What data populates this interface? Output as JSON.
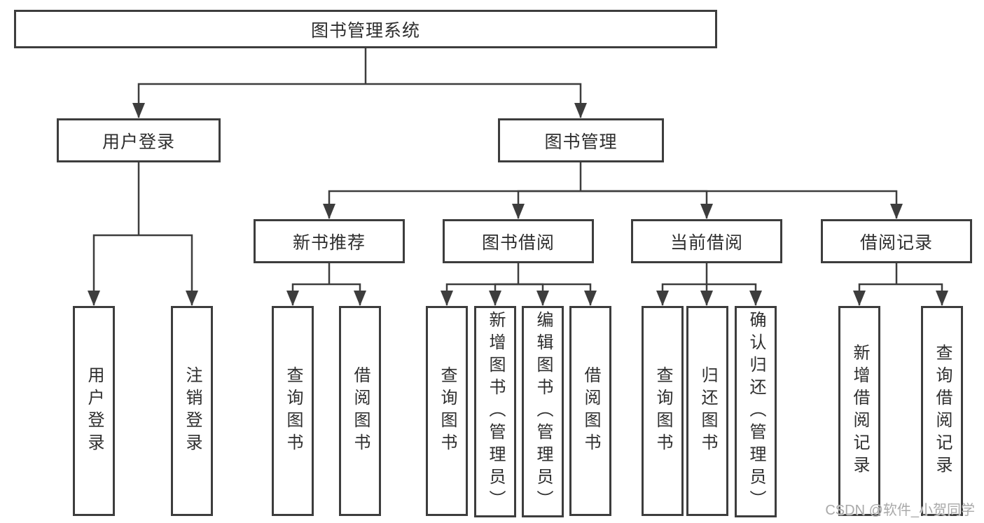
{
  "tree": {
    "label": "图书管理系统",
    "children": [
      {
        "label": "用户登录",
        "children": [
          {
            "label": "用户登录"
          },
          {
            "label": "注销登录"
          }
        ]
      },
      {
        "label": "图书管理",
        "children": [
          {
            "label": "新书推荐",
            "children": [
              {
                "label": "查询图书"
              },
              {
                "label": "借阅图书"
              }
            ]
          },
          {
            "label": "图书借阅",
            "children": [
              {
                "label": "查询图书"
              },
              {
                "label": "新增图书（管理员）"
              },
              {
                "label": "编辑图书（管理员）"
              },
              {
                "label": "借阅图书"
              }
            ]
          },
          {
            "label": "当前借阅",
            "children": [
              {
                "label": "查询图书"
              },
              {
                "label": "归还图书"
              },
              {
                "label": "确认归还（管理员）"
              }
            ]
          },
          {
            "label": "借阅记录",
            "children": [
              {
                "label": "新增借阅记录"
              },
              {
                "label": "查询借阅记录"
              }
            ]
          }
        ]
      }
    ]
  },
  "watermark": {
    "text": "CSDN @软件_小贺同学"
  },
  "colors": {
    "line": "#3d3d3d",
    "box_border": "#3d3d3d",
    "box_background": "#ffffff",
    "text": "#2e2e2e",
    "watermark": "#a9a9a9"
  }
}
